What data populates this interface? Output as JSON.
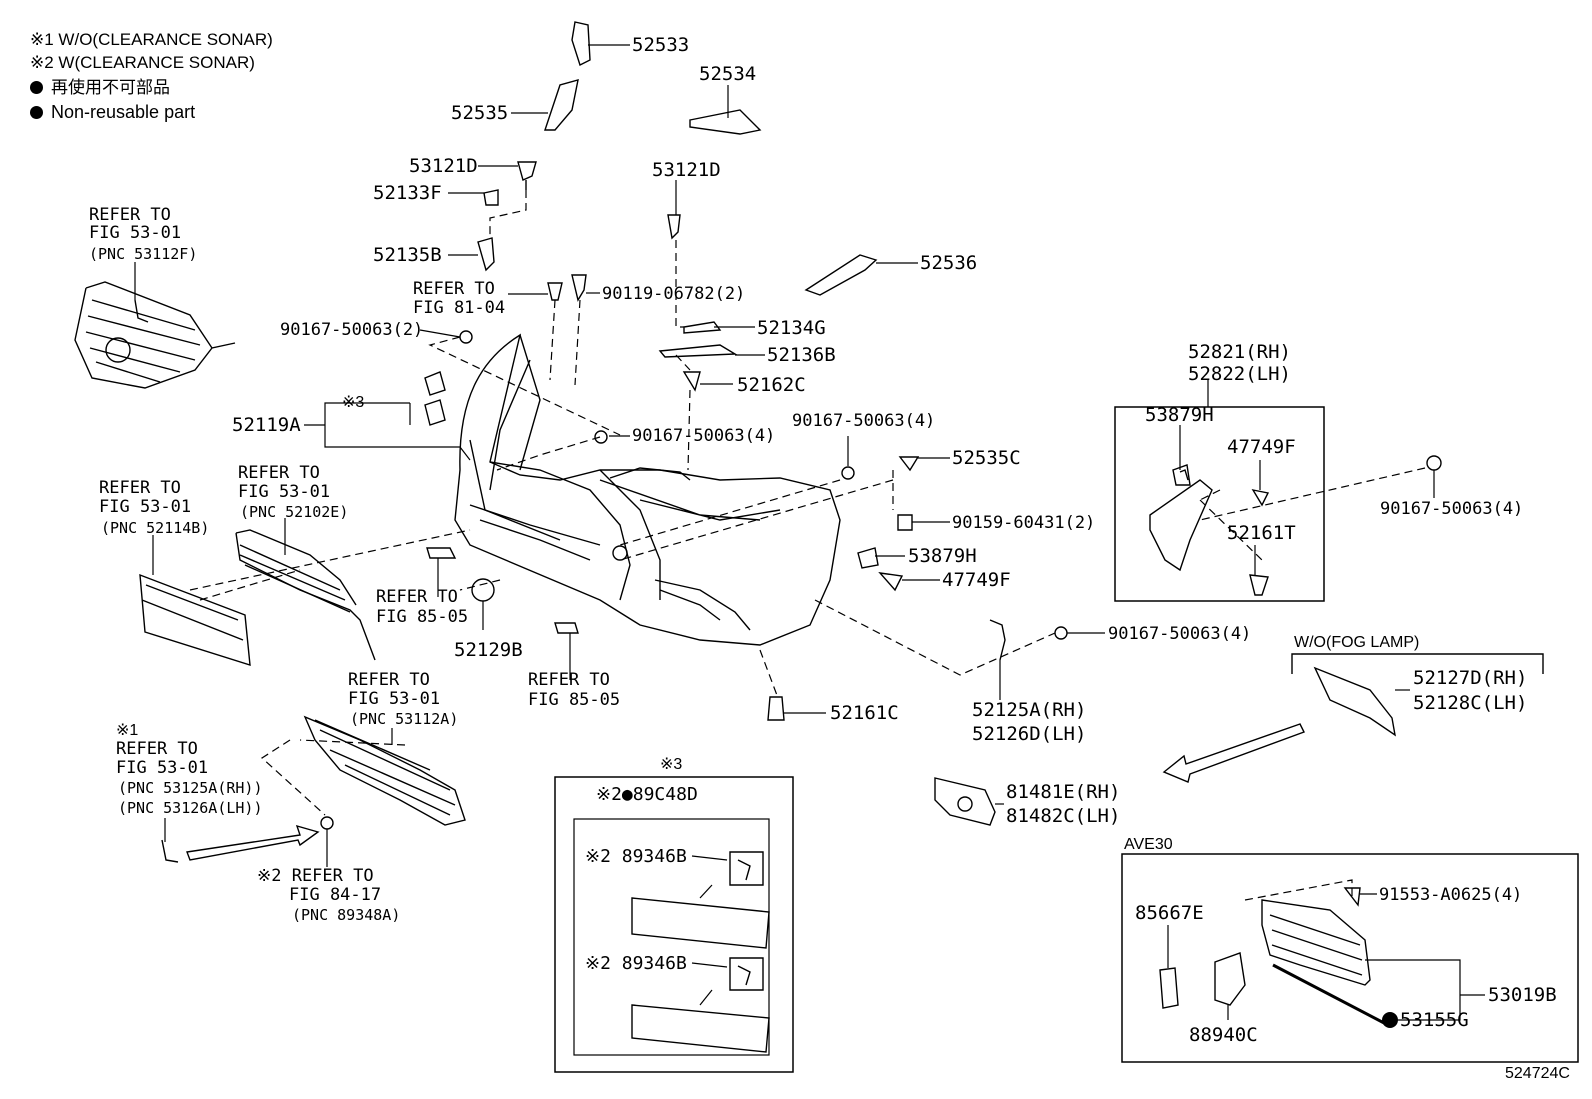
{
  "legend": {
    "note1": "※1 W/O(CLEARANCE SONAR)",
    "note2": "※2 W(CLEARANCE SONAR)",
    "note3_jp": "再使用不可部品",
    "note3_en": "Non-reusable part"
  },
  "parts": {
    "p52533": "52533",
    "p52534": "52534",
    "p52535": "52535",
    "p53121D_a": "53121D",
    "p52133F": "52133F",
    "p52135B": "52135B",
    "p53121D_b": "53121D",
    "p52536": "52536",
    "refer_81_04_a": "REFER TO",
    "refer_81_04_b": "FIG 81-04",
    "p90119": "90119-06782(2)",
    "p90167_a": "90167-50063(2)",
    "p52134G": "52134G",
    "p52136B": "52136B",
    "p52162C": "52162C",
    "note_x3": "※3",
    "p52119A": "52119A",
    "p90167_b": "90167-50063(4)",
    "p90167_c": "90167-50063(4)",
    "p52535C": "52535C",
    "p90159": "90159-60431(2)",
    "p53879H_a": "53879H",
    "p47749F_a": "47749F",
    "p52129B": "52129B",
    "refer_85_05a_a": "REFER TO",
    "refer_85_05a_b": "FIG 85-05",
    "refer_85_05b_a": "REFER TO",
    "refer_85_05b_b": "FIG 85-05",
    "p52161C": "52161C",
    "p52125A": "52125A(RH)",
    "p52126D": "52126D(LH)",
    "p90167_d": "90167-50063(4)",
    "p52821": "52821(RH)",
    "p52822": "52822(LH)",
    "p53879H_b": "53879H",
    "p47749F_b": "47749F",
    "p52161T": "52161T",
    "p90167_e": "90167-50063(4)",
    "wo_fog": "W/O(FOG LAMP)",
    "p52127D": "52127D(RH)",
    "p52128C": "52128C(LH)",
    "p81481E": "81481E(RH)",
    "p81482C": "81482C(LH)",
    "ave30": "AVE30",
    "p85667E": "85667E",
    "p91553": "91553-A0625(4)",
    "p53019B": "53019B",
    "p53155G": "53155G",
    "p88940C": "88940C",
    "refer_53112F_a": "REFER TO",
    "refer_53112F_b": "FIG 53-01",
    "refer_53112F_c": "(PNC 53112F)",
    "refer_52114B_a": "REFER TO",
    "refer_52114B_b": "FIG 53-01",
    "refer_52114B_c": "(PNC 52114B)",
    "refer_52102E_a": "REFER TO",
    "refer_52102E_b": "FIG 53-01",
    "refer_52102E_c": "(PNC 52102E)",
    "refer_53112A_a": "REFER TO",
    "refer_53112A_b": "FIG 53-01",
    "refer_53112A_c": "(PNC 53112A)",
    "x1_note": "※1",
    "refer_53125A_a": "REFER TO",
    "refer_53125A_b": "FIG 53-01",
    "refer_53125A_c": "(PNC 53125A(RH))",
    "refer_53125A_d": "(PNC 53126A(LH))",
    "x2_refer_a": "※2 REFER TO",
    "x2_refer_b": "FIG 84-17",
    "x2_refer_c": "(PNC 89348A)",
    "x3_title": "※3",
    "p89C48D": "※2●89C48D",
    "p89346B_a": "※2 89346B",
    "p89346B_b": "※2 89346B",
    "fig_id": "524724C"
  }
}
